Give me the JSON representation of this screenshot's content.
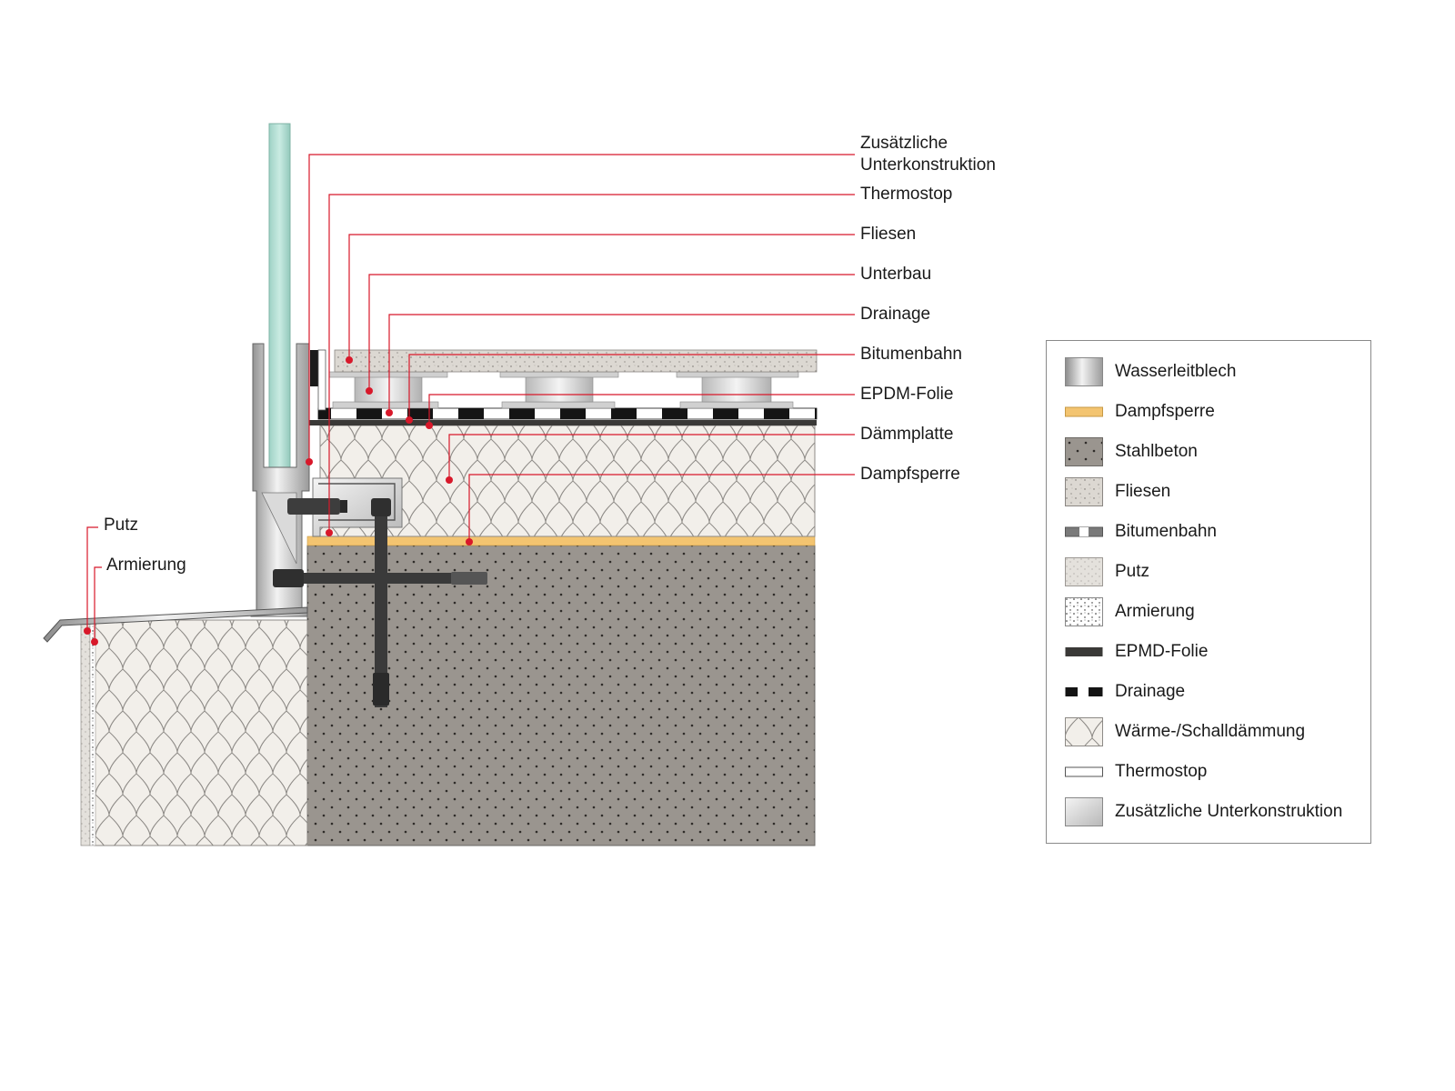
{
  "callouts": {
    "unterkonstruktion_1": "Zusätzliche",
    "unterkonstruktion_2": "Unterkonstruktion",
    "thermostop": "Thermostop",
    "fliesen": "Fliesen",
    "unterbau": "Unterbau",
    "drainage": "Drainage",
    "bitumenbahn": "Bitumenbahn",
    "epdm": "EPDM-Folie",
    "daemmplatte": "Dämmplatte",
    "dampfsperre": "Dampfsperre",
    "putz": "Putz",
    "armierung": "Armierung"
  },
  "legend": {
    "items": [
      {
        "label": "Wasserleitblech"
      },
      {
        "label": "Dampfsperre"
      },
      {
        "label": "Stahlbeton"
      },
      {
        "label": "Fliesen"
      },
      {
        "label": "Bitumenbahn"
      },
      {
        "label": "Putz"
      },
      {
        "label": "Armierung"
      },
      {
        "label": "EPMD-Folie"
      },
      {
        "label": "Drainage"
      },
      {
        "label": "Wärme-/Schalldämmung"
      },
      {
        "label": "Thermostop"
      },
      {
        "label": "Zusätzliche Unterkonstruktion"
      }
    ]
  },
  "colors": {
    "leader": "#d8182a",
    "concrete": "#9a958f",
    "insulation": "#f2efea",
    "vapour_barrier": "#f3c470",
    "tile": "#dcd8d2",
    "glass": "#a9d8cc",
    "metal": "#c8c8c8",
    "anchor": "#3d3d3d"
  }
}
